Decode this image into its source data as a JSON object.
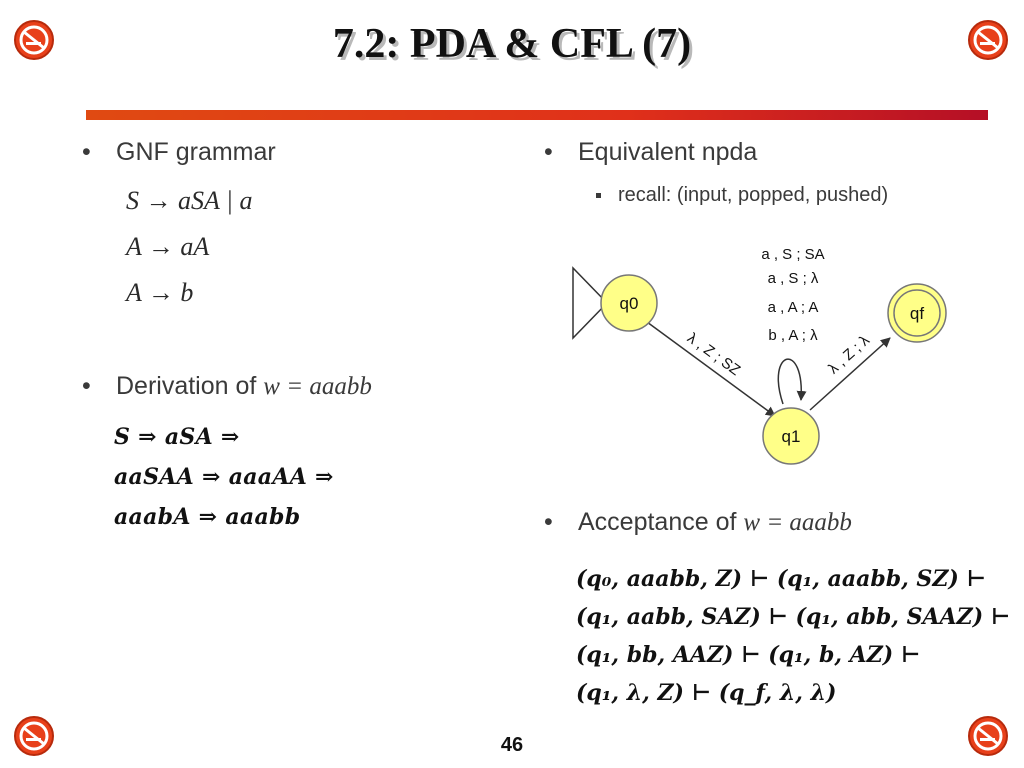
{
  "title": "7.2:  PDA & CFL (7)",
  "left": {
    "gnf_heading": "GNF grammar",
    "rules": [
      "S → aSA | a",
      "A → aA",
      "A → b"
    ],
    "derivation_label": "Derivation of ",
    "derivation_word": "w = aaabb",
    "derivation_lines": [
      "S ⇒ aSA ⇒",
      "aaSAA ⇒ aaaAA ⇒",
      "aaabA ⇒ aaabb"
    ]
  },
  "right": {
    "npda_heading": "Equivalent npda",
    "recall": "recall: (input, popped, pushed)",
    "acceptance_label": "Acceptance of ",
    "acceptance_word": "w = aaabb",
    "acceptance_lines": [
      "(q₀, aaabb, Z) ⊢ (q₁, aaabb, SZ) ⊢",
      "(q₁, aabb, SAZ) ⊢ (q₁, abb, SAAZ) ⊢",
      "(q₁, bb, AAZ) ⊢ (q₁, b, AZ) ⊢",
      "(q₁, λ, Z) ⊢ (q_f, λ, λ)"
    ]
  },
  "diagram": {
    "states": [
      "q0",
      "q1",
      "qf"
    ],
    "loop_labels": [
      "a , S ; SA",
      "a , S ; λ",
      "a , A ; A",
      "b , A ; λ"
    ],
    "edge_q0_q1": "λ , Z ; SZ",
    "edge_q1_qf": "λ , Z ; λ",
    "state_fill": "#ffff88"
  },
  "page_number": "46",
  "colors": {
    "rule_start": "#e04a12",
    "rule_end": "#b50f26",
    "corner_icon": "#e8401a"
  },
  "icons": [
    "no-smoking-icon"
  ]
}
